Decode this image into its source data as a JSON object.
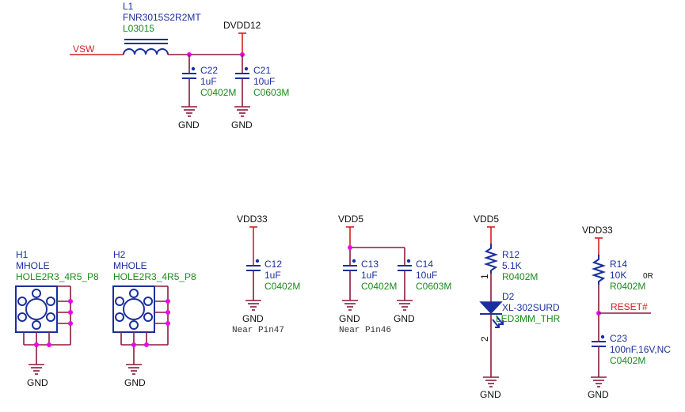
{
  "colors": {
    "wire": "#8b1a3a",
    "power": "#d42020",
    "component": "#1a2f9e",
    "refdes": "#1a2f9e",
    "footprint": "#1a8a1a",
    "net_label": "#d42020",
    "junction": "#ee00ee",
    "text": "#111111",
    "note": "#333333"
  },
  "L1": {
    "ref": "L1",
    "value": "FNR3015S2R2MT",
    "footprint": "L03015"
  },
  "nets": {
    "vsw": "VSW",
    "dvdd12": "DVDD12",
    "vdd33_a": "VDD33",
    "vdd5_a": "VDD5",
    "vdd5_b": "VDD5",
    "vdd33_b": "VDD33",
    "reset": "RESET#"
  },
  "C22": {
    "ref": "C22",
    "value": "1uF",
    "footprint": "C0402M"
  },
  "C21": {
    "ref": "C21",
    "value": "10uF",
    "footprint": "C0603M"
  },
  "C12": {
    "ref": "C12",
    "value": "1uF",
    "footprint": "C0402M"
  },
  "C13": {
    "ref": "C13",
    "value": "1uF",
    "footprint": "C0402M"
  },
  "C14": {
    "ref": "C14",
    "value": "10uF",
    "footprint": "C0603M"
  },
  "C23": {
    "ref": "C23",
    "value": "100nF,16V,NC",
    "footprint": "C0402M"
  },
  "R12": {
    "ref": "R12",
    "value": "5.1K",
    "footprint": "R0402M",
    "pin1": "1"
  },
  "R14": {
    "ref": "R14",
    "value": "10K",
    "extra": "0R",
    "footprint": "R0402M"
  },
  "D2": {
    "ref": "D2",
    "value": "XL-302SURD",
    "footprint": "LED3MM_THR",
    "pin2": "2"
  },
  "H1": {
    "ref": "H1",
    "value": "MHOLE",
    "footprint": "HOLE2R3_4R5_P8"
  },
  "H2": {
    "ref": "H2",
    "value": "MHOLE",
    "footprint": "HOLE2R3_4R5_P8"
  },
  "gnd_label": "GND",
  "notes": {
    "pin47": "Near Pin47",
    "pin46": "Near Pin46"
  }
}
